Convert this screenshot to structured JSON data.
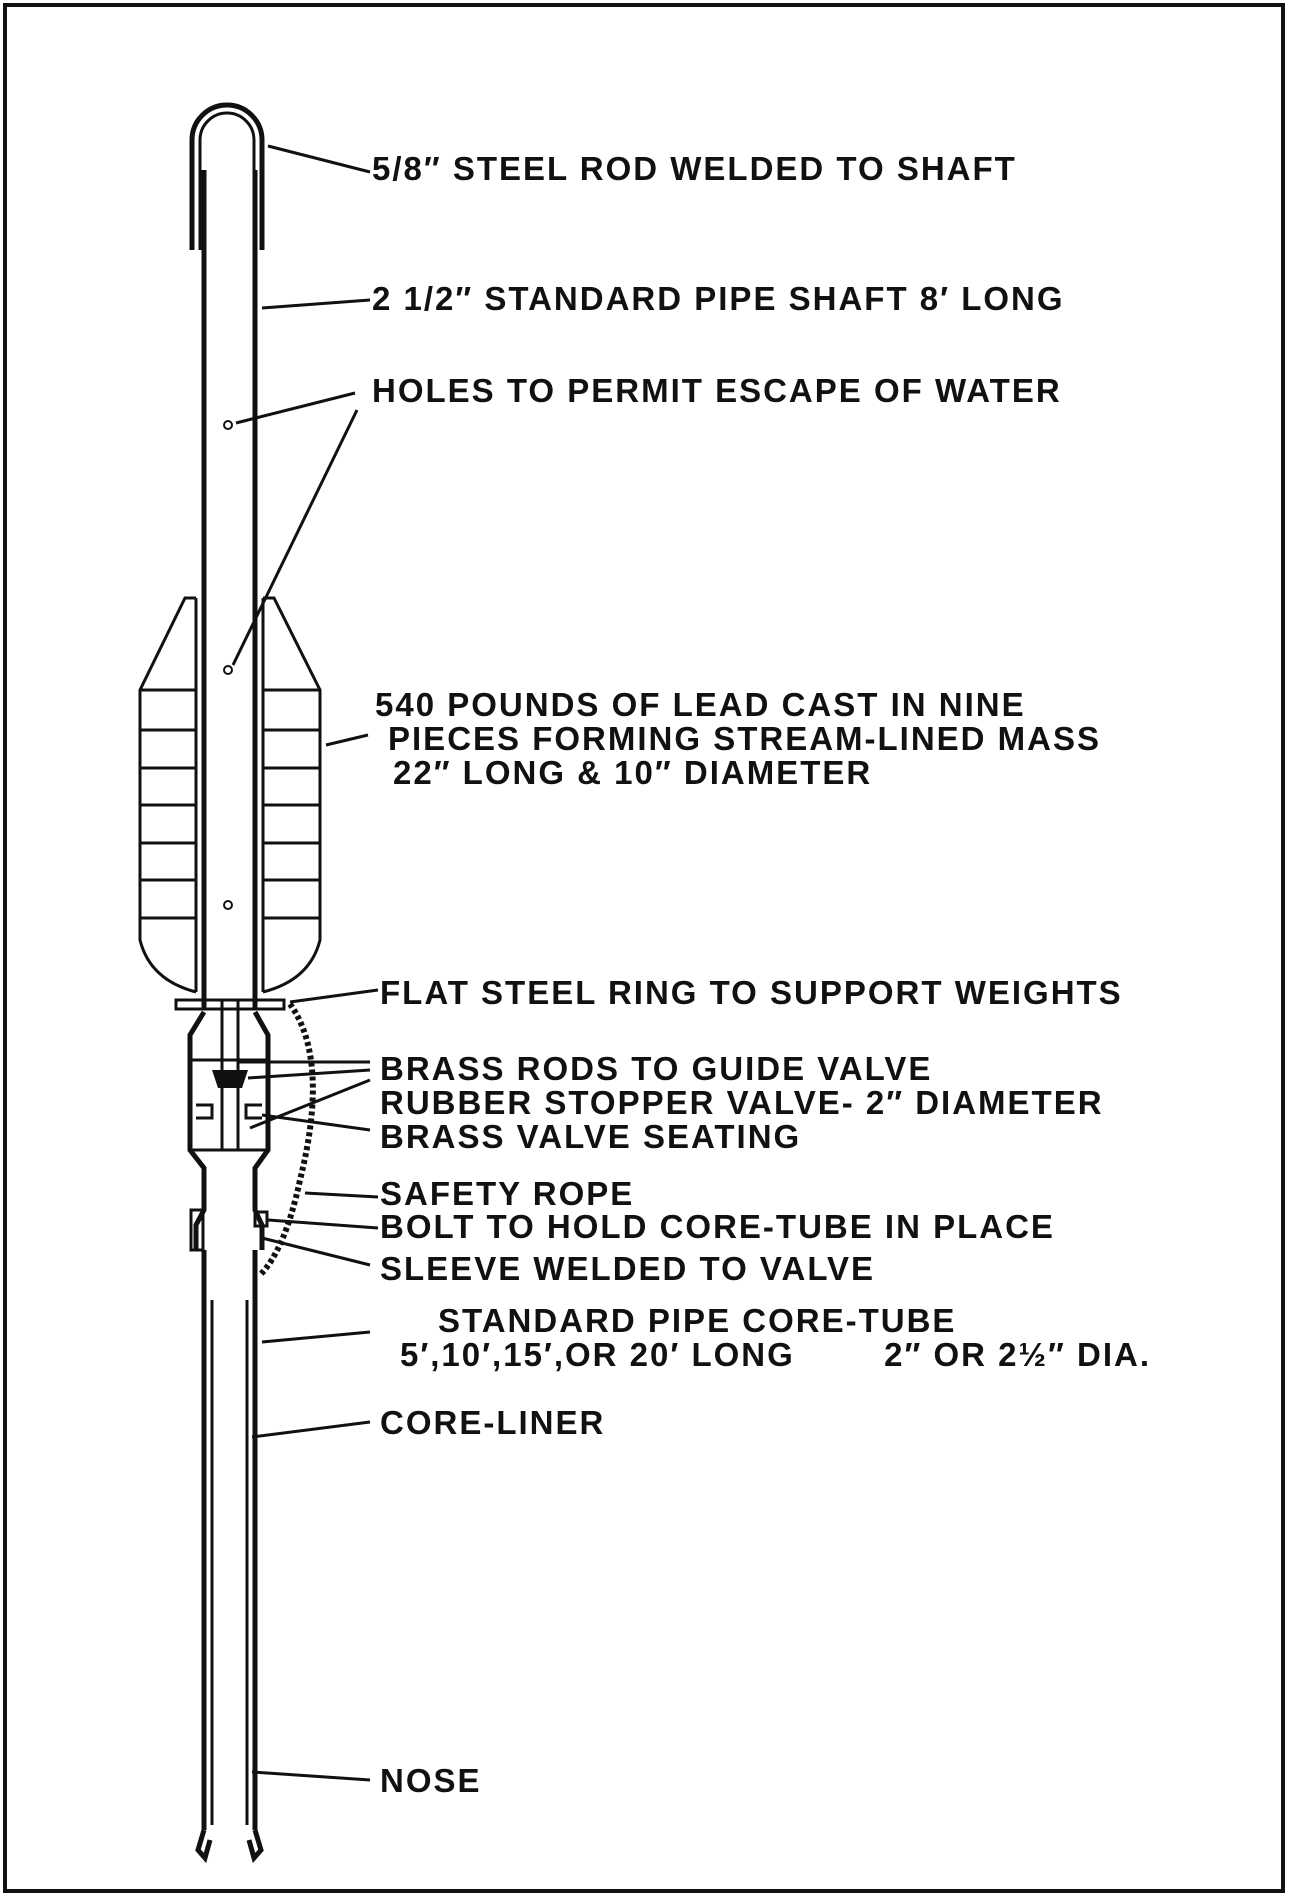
{
  "labels": {
    "steel_rod": "5/8″ STEEL ROD WELDED TO SHAFT",
    "pipe_shaft": "2 1/2″ STANDARD PIPE SHAFT 8′ LONG",
    "holes": "HOLES TO PERMIT ESCAPE OF WATER",
    "lead_line1": "540 POUNDS OF LEAD CAST IN NINE",
    "lead_line2": "PIECES FORMING STREAM-LINED MASS",
    "lead_line3": "22″ LONG & 10″ DIAMETER",
    "steel_ring": "FLAT STEEL RING TO SUPPORT WEIGHTS",
    "brass_rods": "BRASS RODS TO GUIDE VALVE",
    "rubber_valve": "RUBBER STOPPER VALVE- 2″ DIAMETER",
    "valve_seating": "BRASS VALVE SEATING",
    "safety_rope": "SAFETY ROPE",
    "bolt": "BOLT TO HOLD CORE-TUBE IN PLACE",
    "sleeve": "SLEEVE WELDED TO VALVE",
    "core_tube_line1": "STANDARD PIPE CORE-TUBE",
    "core_tube_line2": "5′,10′,15′,OR 20′ LONG        2″ OR 2½″ DIA.",
    "core_liner": "CORE-LINER",
    "nose": "NOSE"
  }
}
